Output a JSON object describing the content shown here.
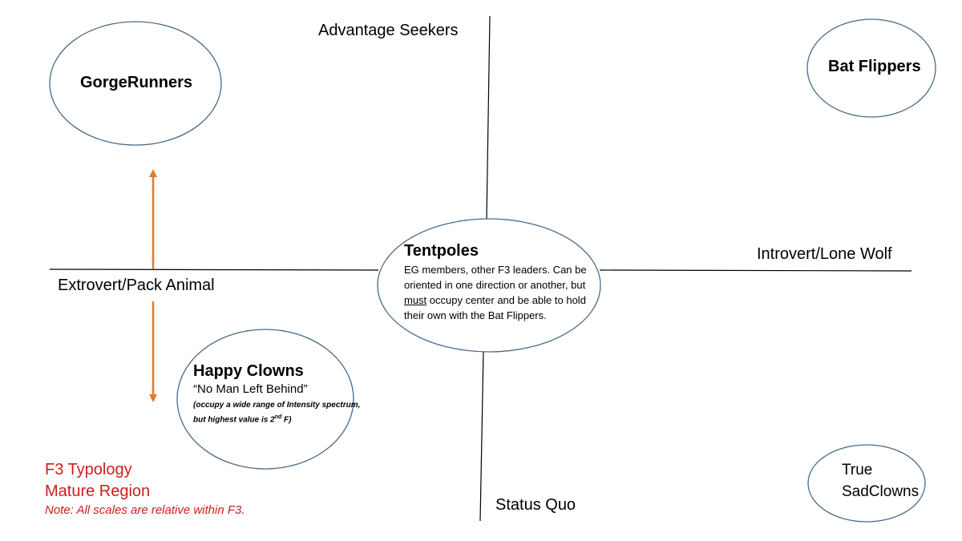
{
  "axes": {
    "top": "Advantage Seekers",
    "bottom": "Status Quo",
    "left": "Extrovert/Pack Animal",
    "right": "Introvert/Lone Wolf"
  },
  "groups": {
    "gorge_runners": "GorgeRunners",
    "bat_flippers": "Bat Flippers",
    "tentpoles": {
      "title": "Tentpoles",
      "desc_1": "EG members, other F3 leaders. Can be oriented in one direction or another, but ",
      "desc_emph": "must",
      "desc_2": " occupy center and be able to hold their own with the Bat Flippers."
    },
    "happy_clowns": {
      "title": "Happy Clowns",
      "subtitle": "“No Man Left Behind”",
      "note_1": "(occupy a wide range of Intensity spectrum, but highest value is 2",
      "note_sup": "nd",
      "note_2": " F)"
    },
    "true_sad_clowns": {
      "line1": "True",
      "line2": "SadClowns"
    }
  },
  "legend": {
    "line1": "F3 Typology",
    "line2": "Mature Region",
    "note": "Note: All scales are relative within F3."
  },
  "colors": {
    "ellipse_stroke": "#4a6a8a",
    "arrow": "#e07b2e",
    "legend_red": "#d01c1c"
  }
}
